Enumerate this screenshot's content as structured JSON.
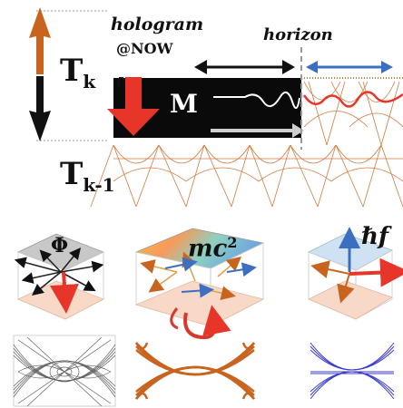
{
  "labels": {
    "hologram": "hologram",
    "now": "@NOW",
    "horizon": "horizon",
    "mass": "M",
    "t_k": "T",
    "t_k_sub": "k",
    "t_k1": "T",
    "t_k1_sub": "k-1",
    "phi": "Φ",
    "mc2": "mc",
    "mc2_sup": "2",
    "hf": "ℏf"
  },
  "colors": {
    "orange": "#c8641e",
    "red": "#e8352a",
    "blue": "#3d6fc1",
    "black": "#111111",
    "mesh": "#d27a3e",
    "grey": "#888888",
    "violet": "#3c3ccc"
  }
}
